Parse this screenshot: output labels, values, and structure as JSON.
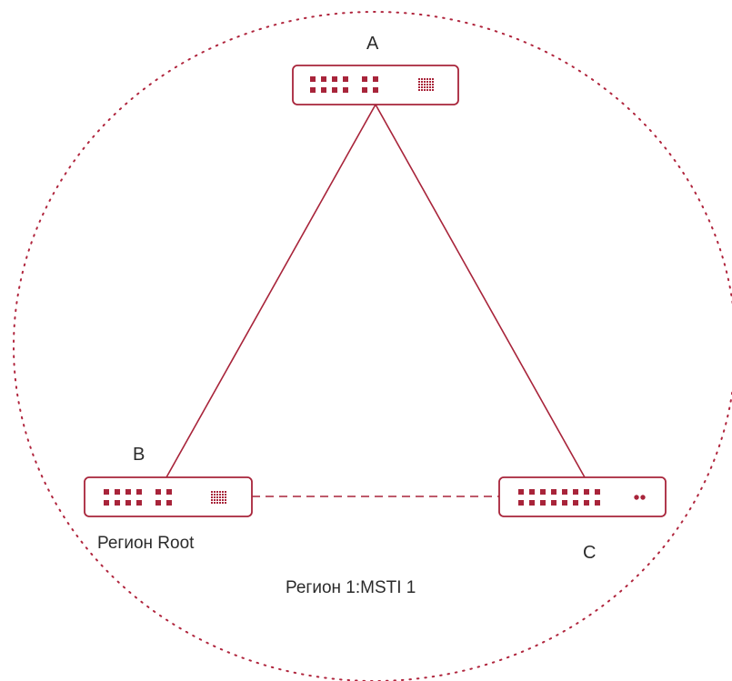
{
  "colors": {
    "accent": "#a8243a",
    "region_border": "#b0253d",
    "text": "#2b2b2b"
  },
  "nodes": {
    "a": {
      "label": "A",
      "icon": "switch-icon"
    },
    "b": {
      "label": "B",
      "icon": "switch-icon",
      "role_label": "Регион Root"
    },
    "c": {
      "label": "C",
      "icon": "switch-icon"
    }
  },
  "links": [
    {
      "from": "A",
      "to": "B",
      "style": "solid"
    },
    {
      "from": "A",
      "to": "C",
      "style": "solid"
    },
    {
      "from": "B",
      "to": "C",
      "style": "dashed"
    }
  ],
  "region": {
    "label": "Регион 1:MSTI 1",
    "border": "dotted"
  }
}
